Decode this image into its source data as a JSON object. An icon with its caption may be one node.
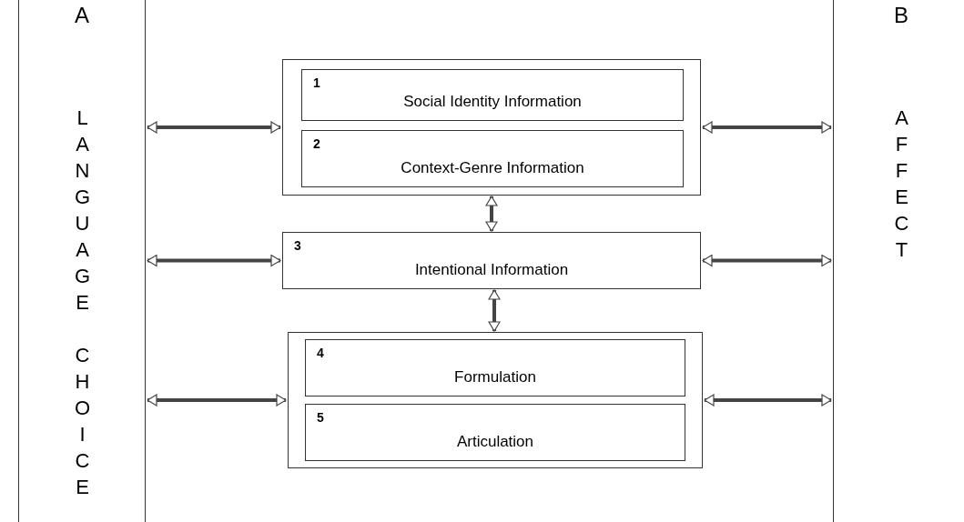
{
  "diagram": {
    "nodes": [
      {
        "text": [
          "A",
          "LANGUAGE CHOICE"
        ]
      },
      {
        "text": [
          "B",
          "AFFECT"
        ]
      },
      {
        "text": [],
        "shape": "box"
      },
      {
        "text": [
          "1",
          "Social Identity Information"
        ],
        "in": 2
      },
      {
        "text": [
          "2",
          "Context-Genre Information"
        ],
        "in": 2
      },
      {
        "text": [
          "3",
          "Intentional Information"
        ]
      },
      {
        "text": [],
        "shape": "box"
      },
      {
        "text": [
          "4",
          "Formulation"
        ],
        "in": 6
      },
      {
        "text": [
          "5",
          "Articulation"
        ],
        "in": 6
      }
    ],
    "edges": [
      {
        "from": 0,
        "to": 2,
        "arrow": "both"
      },
      {
        "from": 2,
        "to": 1,
        "arrow": "both"
      },
      {
        "from": 0,
        "to": 5,
        "arrow": "both"
      },
      {
        "from": 5,
        "to": 1,
        "arrow": "both"
      },
      {
        "from": 0,
        "to": 6,
        "arrow": "both"
      },
      {
        "from": 6,
        "to": 1,
        "arrow": "both"
      },
      {
        "from": 2,
        "to": 5,
        "arrow": "both"
      },
      {
        "from": 5,
        "to": 6,
        "arrow": "both"
      }
    ]
  }
}
